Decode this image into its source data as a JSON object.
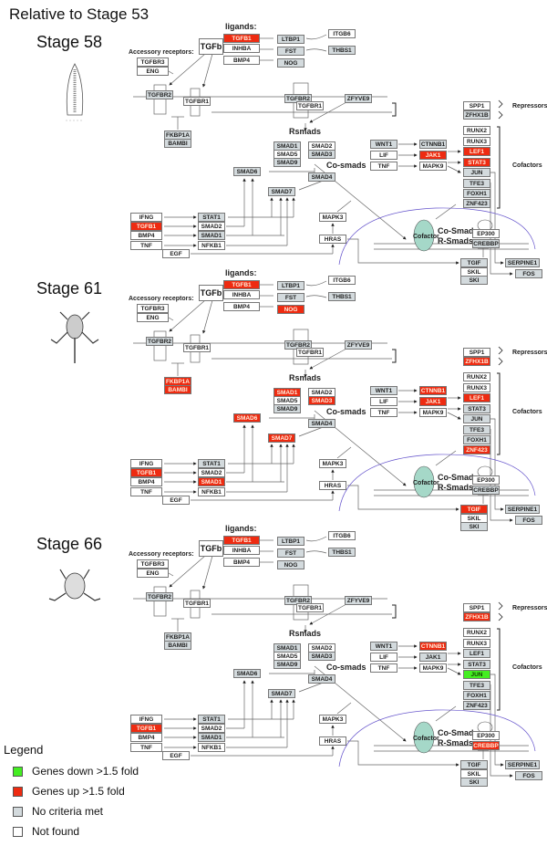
{
  "title": "Relative to Stage 53",
  "colors": {
    "up": "#ee2b11",
    "down": "#44ee22",
    "no_criteria": "#d3dadd",
    "not_found": "#ffffff"
  },
  "labels": {
    "ligands": "ligands:",
    "accessory": "Accessory receptors:",
    "tgfb": "TGFb",
    "rsmads": "Rsmads",
    "cosmads": "Co-smads",
    "repressors": "Repressors",
    "cofactors": "Cofactors",
    "cofactor_ellipse": "Cofactor",
    "cosmads_nuc": "Co-Smads",
    "rsmads_nuc": "R-Smads"
  },
  "panels": [
    {
      "stage": "Stage 58",
      "frog_icon": "tadpole-icon",
      "genes": {
        "TGFB1_lig": "up",
        "INHBA": "nf",
        "BMP4_lig": "nf",
        "LTBP1": "nc",
        "FST": "nc",
        "NOG": "nc",
        "ITGB6": "nf",
        "THBS1": "nc",
        "TGFBR3": "nf",
        "ENG": "nf",
        "TGFBR2a": "nc",
        "TGFBR1a": "nf",
        "TGFBR2b": "nc",
        "TGFBR1b": "nf",
        "ZFYVE9": "nc",
        "FKBP1A": "nc",
        "BAMBI": "nc",
        "SMAD1": "nc",
        "SMAD5": "nf",
        "SMAD9": "nc",
        "SMAD2": "nf",
        "SMAD3": "nc",
        "SMAD4": "nc",
        "SMAD6": "nc",
        "SMAD7": "nc",
        "IFNG": "nf",
        "TGFB1_sig": "up",
        "BMP4_sig": "nf",
        "TNF_sig": "nf",
        "EGF": "nf",
        "STAT1": "nc",
        "SMAD2_sig": "nf",
        "SMAD1_sig": "nc",
        "NFKB1": "nf",
        "MAPK3": "nf",
        "HRAS": "nf",
        "WNT1": "nc",
        "LIF": "nf",
        "TNF_c": "nf",
        "CTNNB1": "nc",
        "JAK1": "up",
        "MAPK9": "nf",
        "SPP1": "nf",
        "ZFHX1B": "nc",
        "RUNX2": "nf",
        "RUNX3": "nf",
        "LEF1": "up",
        "STAT3": "up",
        "JUN": "nc",
        "TFE3": "nc",
        "FOXH1": "nc",
        "ZNF423": "nc",
        "EP300": "nf",
        "CREBBP": "nc",
        "TGIF": "nc",
        "SKIL": "nf",
        "SKI": "nc",
        "SERPINE1": "nc",
        "FOS": "nc"
      }
    },
    {
      "stage": "Stage 61",
      "frog_icon": "froglet-with-tail-icon",
      "genes": {
        "TGFB1_lig": "up",
        "INHBA": "nf",
        "BMP4_lig": "nf",
        "LTBP1": "nc",
        "FST": "nc",
        "NOG": "up",
        "ITGB6": "nf",
        "THBS1": "nc",
        "TGFBR3": "nf",
        "ENG": "nf",
        "TGFBR2a": "nc",
        "TGFBR1a": "nf",
        "TGFBR2b": "nc",
        "TGFBR1b": "nf",
        "ZFYVE9": "nc",
        "FKBP1A": "up",
        "BAMBI": "up",
        "SMAD1": "up",
        "SMAD5": "nf",
        "SMAD9": "nc",
        "SMAD2": "nf",
        "SMAD3": "up",
        "SMAD4": "nc",
        "SMAD6": "up",
        "SMAD7": "up",
        "IFNG": "nf",
        "TGFB1_sig": "up",
        "BMP4_sig": "nf",
        "TNF_sig": "nf",
        "EGF": "nf",
        "STAT1": "nc",
        "SMAD2_sig": "nf",
        "SMAD1_sig": "up",
        "NFKB1": "nf",
        "MAPK3": "nf",
        "HRAS": "nf",
        "WNT1": "nc",
        "LIF": "nf",
        "TNF_c": "nf",
        "CTNNB1": "up",
        "JAK1": "up",
        "MAPK9": "nf",
        "SPP1": "nf",
        "ZFHX1B": "up",
        "RUNX2": "nf",
        "RUNX3": "nf",
        "LEF1": "up",
        "STAT3": "nc",
        "JUN": "nc",
        "TFE3": "nc",
        "FOXH1": "nc",
        "ZNF423": "up",
        "EP300": "nf",
        "CREBBP": "nc",
        "TGIF": "up",
        "SKIL": "nf",
        "SKI": "nc",
        "SERPINE1": "nc",
        "FOS": "nc"
      }
    },
    {
      "stage": "Stage 66",
      "frog_icon": "frog-icon",
      "genes": {
        "TGFB1_lig": "up",
        "INHBA": "nf",
        "BMP4_lig": "nf",
        "LTBP1": "nc",
        "FST": "nc",
        "NOG": "nc",
        "ITGB6": "nf",
        "THBS1": "nc",
        "TGFBR3": "nf",
        "ENG": "nf",
        "TGFBR2a": "nc",
        "TGFBR1a": "nf",
        "TGFBR2b": "nc",
        "TGFBR1b": "nf",
        "ZFYVE9": "nc",
        "FKBP1A": "nc",
        "BAMBI": "nc",
        "SMAD1": "nc",
        "SMAD5": "nf",
        "SMAD9": "nc",
        "SMAD2": "nf",
        "SMAD3": "nc",
        "SMAD4": "nc",
        "SMAD6": "nc",
        "SMAD7": "nc",
        "IFNG": "nf",
        "TGFB1_sig": "up",
        "BMP4_sig": "nf",
        "TNF_sig": "nf",
        "EGF": "nf",
        "STAT1": "nc",
        "SMAD2_sig": "nf",
        "SMAD1_sig": "nc",
        "NFKB1": "nf",
        "MAPK3": "nf",
        "HRAS": "nf",
        "WNT1": "nc",
        "LIF": "nf",
        "TNF_c": "nf",
        "CTNNB1": "up",
        "JAK1": "nc",
        "MAPK9": "nf",
        "SPP1": "nf",
        "ZFHX1B": "up",
        "RUNX2": "nf",
        "RUNX3": "nf",
        "LEF1": "nc",
        "STAT3": "nc",
        "JUN": "down",
        "TFE3": "nc",
        "FOXH1": "nc",
        "ZNF423": "nc",
        "EP300": "nf",
        "CREBBP": "up",
        "TGIF": "nc",
        "SKIL": "nf",
        "SKI": "nc",
        "SERPINE1": "nc",
        "FOS": "nc"
      }
    }
  ],
  "gene_names": {
    "TGFB1_lig": "TGFB1",
    "INHBA": "INHBA",
    "BMP4_lig": "BMP4",
    "LTBP1": "LTBP1",
    "FST": "FST",
    "NOG": "NOG",
    "ITGB6": "ITGB6",
    "THBS1": "THBS1",
    "TGFBR3": "TGFBR3",
    "ENG": "ENG",
    "TGFBR2a": "TGFBR2",
    "TGFBR1a": "TGFBR1",
    "TGFBR2b": "TGFBR2",
    "TGFBR1b": "TGFBR1",
    "ZFYVE9": "ZFYVE9",
    "FKBP1A": "FKBP1A",
    "BAMBI": "BAMBI",
    "SMAD1": "SMAD1",
    "SMAD5": "SMAD5",
    "SMAD9": "SMAD9",
    "SMAD2": "SMAD2",
    "SMAD3": "SMAD3",
    "SMAD4": "SMAD4",
    "SMAD6": "SMAD6",
    "SMAD7": "SMAD7",
    "IFNG": "IFNG",
    "TGFB1_sig": "TGFB1",
    "BMP4_sig": "BMP4",
    "TNF_sig": "TNF",
    "EGF": "EGF",
    "STAT1": "STAT1",
    "SMAD2_sig": "SMAD2",
    "SMAD1_sig": "SMAD1",
    "NFKB1": "NFKB1",
    "MAPK3": "MAPK3",
    "HRAS": "HRAS",
    "WNT1": "WNT1",
    "LIF": "LIF",
    "TNF_c": "TNF",
    "CTNNB1": "CTNNB1",
    "JAK1": "JAK1",
    "MAPK9": "MAPK9",
    "SPP1": "SPP1",
    "ZFHX1B": "ZFHX1B",
    "RUNX2": "RUNX2",
    "RUNX3": "RUNX3",
    "LEF1": "LEF1",
    "STAT3": "STAT3",
    "JUN": "JUN",
    "TFE3": "TFE3",
    "FOXH1": "FOXH1",
    "ZNF423": "ZNF423",
    "EP300": "EP300",
    "CREBBP": "CREBBP",
    "TGIF": "TGIF",
    "SKIL": "SKIL",
    "SKI": "SKI",
    "SERPINE1": "SERPINE1",
    "FOS": "FOS"
  },
  "legend": {
    "title": "Legend",
    "items": [
      {
        "key": "down",
        "label": "Genes down >1.5 fold"
      },
      {
        "key": "up",
        "label": "Genes up >1.5 fold"
      },
      {
        "key": "nc",
        "label": "No criteria met"
      },
      {
        "key": "nf",
        "label": "Not found"
      }
    ]
  }
}
